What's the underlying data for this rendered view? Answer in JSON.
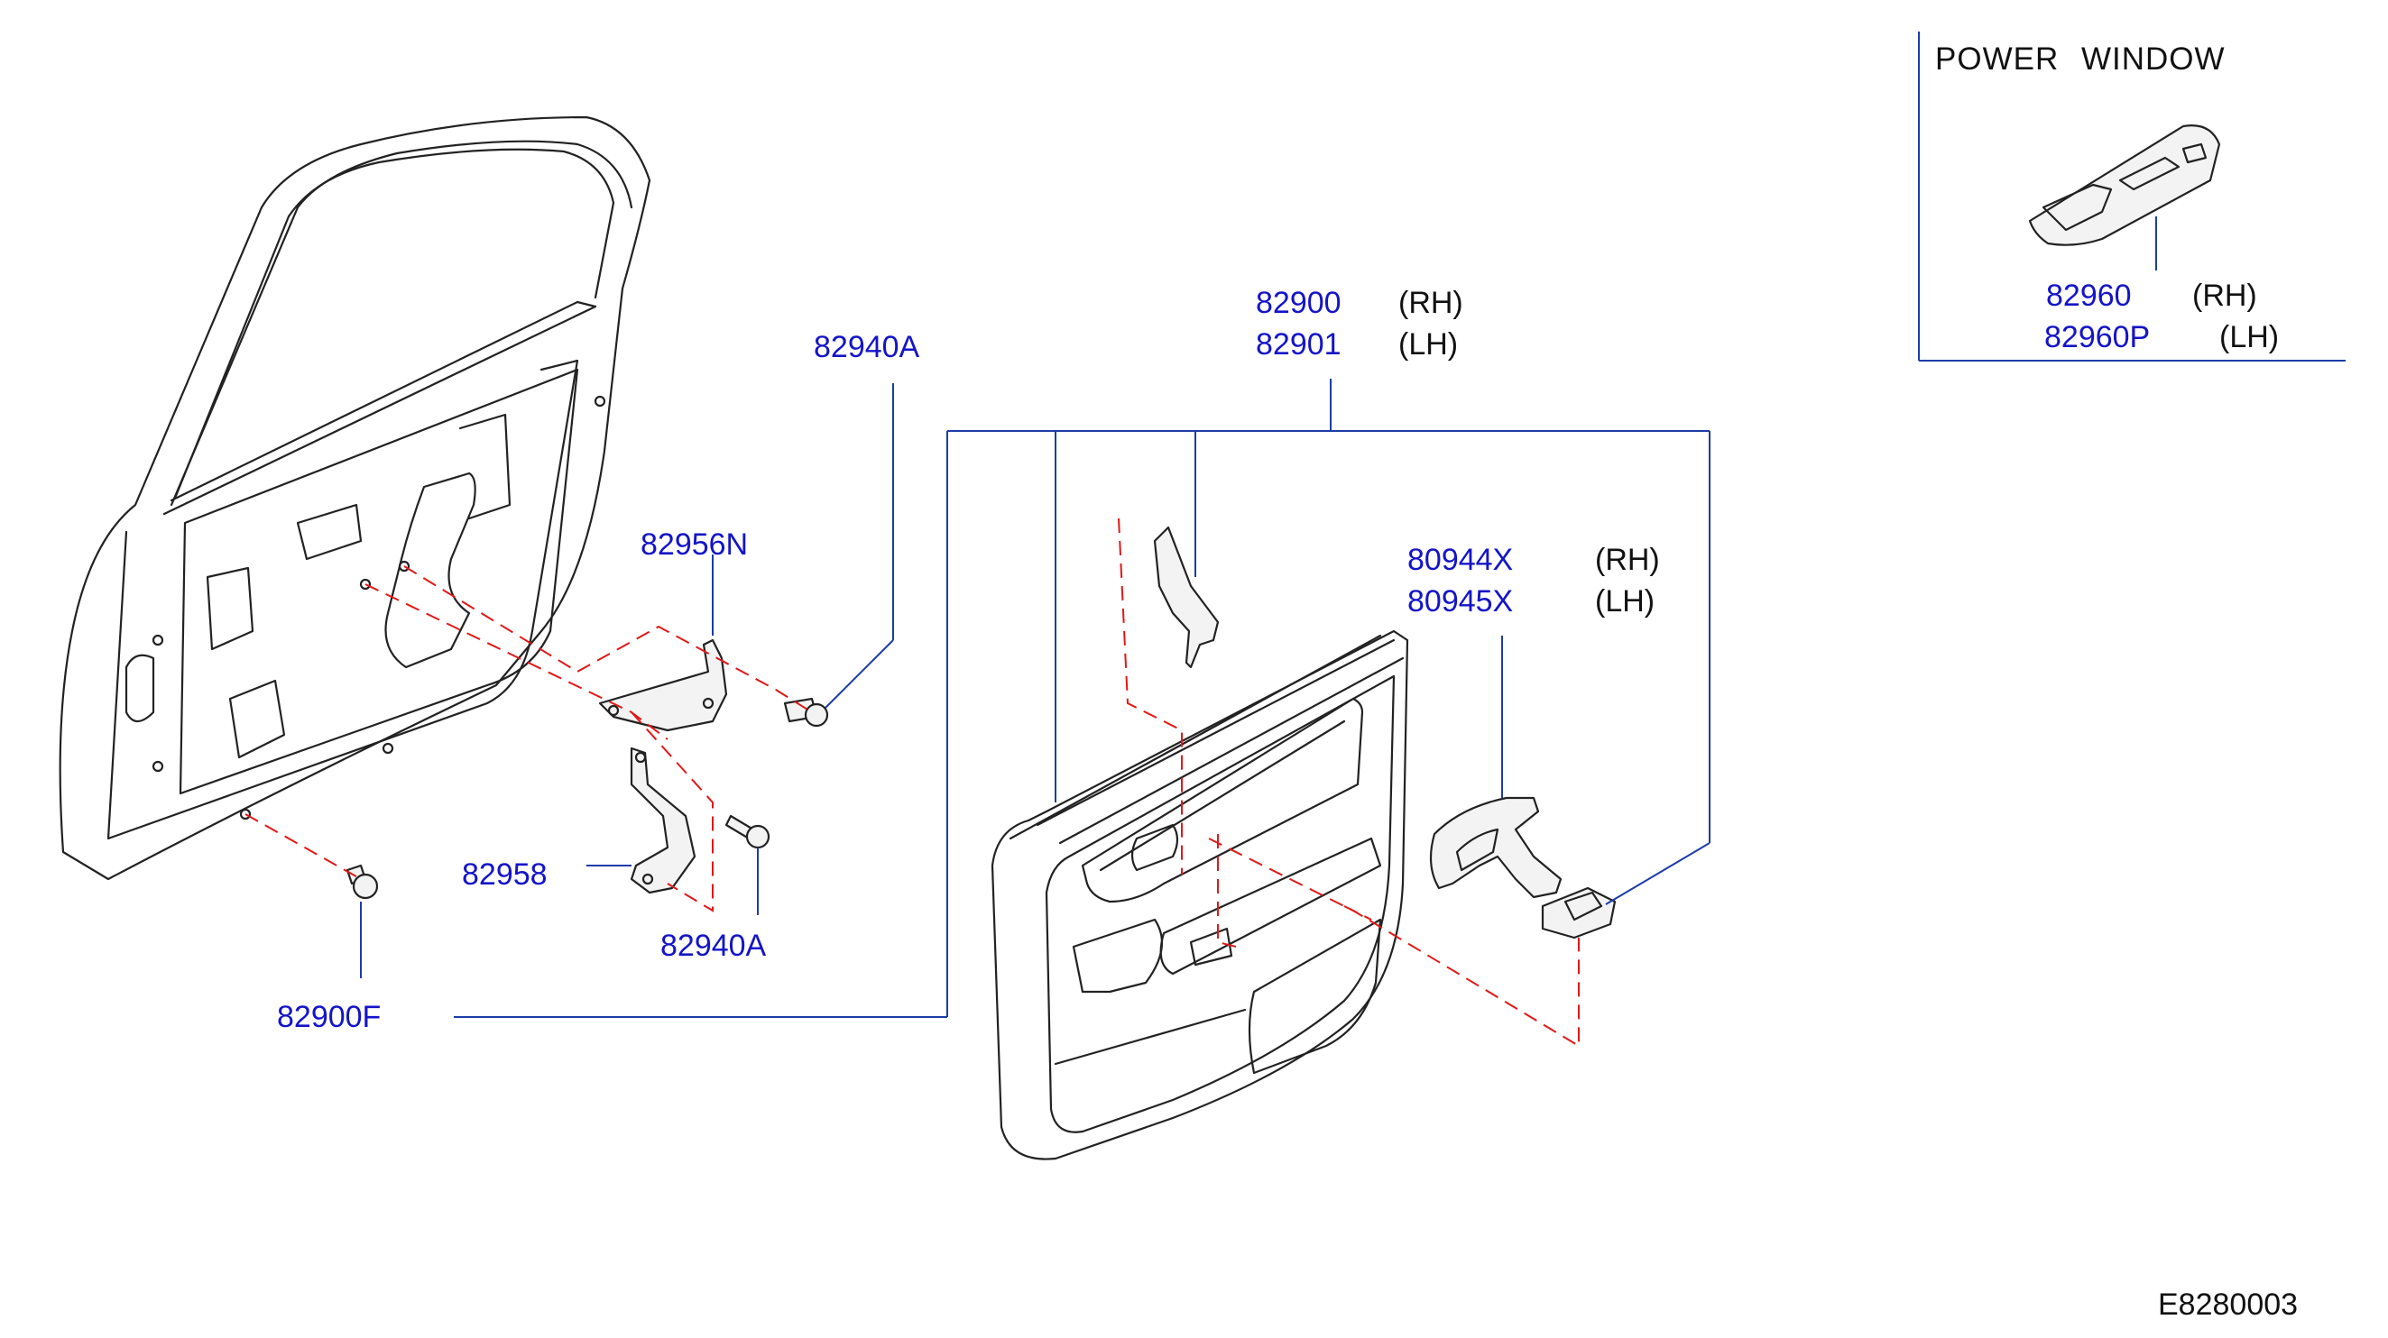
{
  "inset": {
    "title": "POWER  WINDOW",
    "part": {
      "number_rh": "82960",
      "side_rh": "(RH)",
      "number_lh": "82960P",
      "side_lh": "(LH)"
    }
  },
  "labels": {
    "door_finisher": {
      "number_rh": "82900",
      "side_rh": "(RH)",
      "number_lh": "82901",
      "side_lh": "(LH)"
    },
    "pull_handle": {
      "number_rh": "80944X",
      "side_rh": "(RH)",
      "number_lh": "80945X",
      "side_lh": "(LH)"
    },
    "screw_top": "82940A",
    "bracket_upper": "82956N",
    "bracket_lower": "82958",
    "screw_bottom": "82940A",
    "clip": "82900F"
  },
  "diagram_code": "E8280003",
  "colors": {
    "part_number": "#1414c8",
    "leader_line": "#1c3ca8",
    "hidden_line": "#e01818",
    "outline": "#222222"
  }
}
